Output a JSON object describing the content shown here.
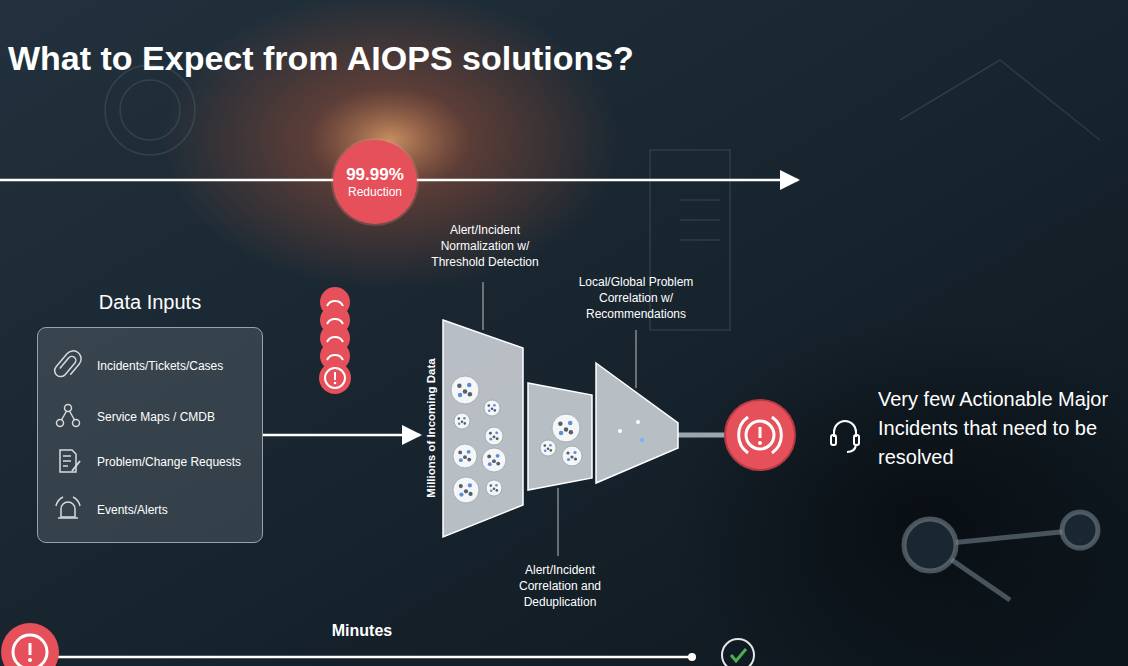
{
  "diagram": {
    "title": "What to Expect from AIOPS solutions?",
    "nodes": [
      {
        "text": [
          "Data Inputs",
          "Incidents/Tickets/Cases",
          "Service Maps / CMDB",
          "Problem/Change Requests",
          "Events/Alerts"
        ]
      },
      {
        "text": [
          "99.99%",
          "Reduction"
        ]
      },
      {
        "text": [
          "Millions of Incoming Data"
        ]
      }
    ],
    "edges": [
      {
        "from": 0,
        "to": 2,
        "arrow": "to"
      }
    ],
    "labels": [
      "Alert/Incident Normalization w/ Threshold Detection",
      "Local/Global Problem Correlation w/ Recommendations",
      "Alert/Incident Correlation and Deduplication",
      "Very few Actionable Major Incidents that need to be resolved",
      "Minutes"
    ]
  }
}
